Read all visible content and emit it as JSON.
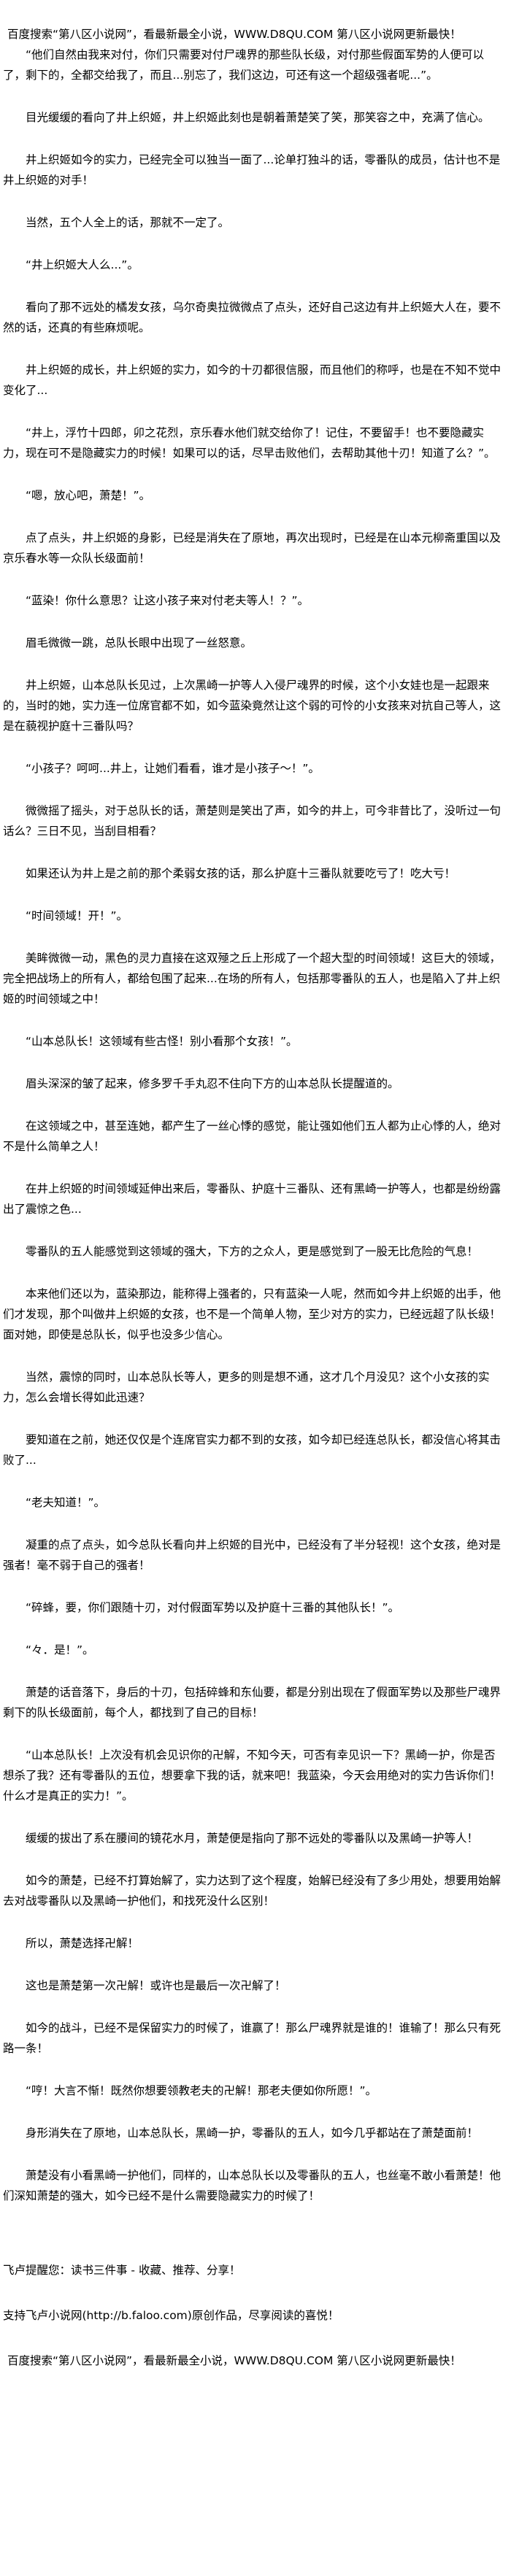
{
  "header_banner": "百度搜索“第八区小说网”，看最新最全小说，WWW.D8QU.COM  第八区小说网更新最快！",
  "paragraphs": [
    "“他们自然由我来对付，你们只需要对付尸魂界的那些队长级，对付那些假面军势的人便可以了，剩下的，全都交给我了，而且...别忘了，我们这边，可还有这一个超级强者呢...”。",
    "目光缓缓的看向了井上织姬，井上织姬此刻也是朝着萧楚笑了笑，那笑容之中，充满了信心。",
    "井上织姬如今的实力，已经完全可以独当一面了...论单打独斗的话，零番队的成员，估计也不是井上织姬的对手！",
    "当然，五个人全上的话，那就不一定了。",
    "“井上织姬大人么...”。",
    "看向了那不远处的橘发女孩，乌尔奇奥拉微微点了点头，还好自己这边有井上织姬大人在，要不然的话，还真的有些麻烦呢。",
    "井上织姬的成长，井上织姬的实力，如今的十刃都很信服，而且他们的称呼，也是在不知不觉中变化了...",
    "“井上，浮竹十四郎，卯之花烈，京乐春水他们就交给你了！记住，不要留手！也不要隐藏实力，现在可不是隐藏实力的时候！如果可以的话，尽早击败他们，去帮助其他十刃！知道了么？”。",
    "“嗯，放心吧，萧楚！”。",
    "点了点头，井上织姬的身影，已经是消失在了原地，再次出现时，已经是在山本元柳斋重国以及京乐春水等一众队长级面前！",
    "“蓝染！你什么意思？让这小孩子来对付老夫等人！？”。",
    "眉毛微微一跳，总队长眼中出现了一丝怒意。",
    "井上织姬，山本总队长见过，上次黑崎一护等人入侵尸魂界的时候，这个小女娃也是一起跟来的，当时的她，实力连一位席官都不如，如今蓝染竟然让这个弱的可怜的小女孩来对抗自己等人，这是在藐视护庭十三番队吗？",
    "“小孩子？呵呵...井上，让她们看看，谁才是小孩子～！”。",
    "微微摇了摇头，对于总队长的话，萧楚则是笑出了声，如今的井上，可今非昔比了，没听过一句话么？三日不见，当刮目相看？",
    "如果还认为井上是之前的那个柔弱女孩的话，那么护庭十三番队就要吃亏了！吃大亏！",
    "“时间领域！开！”。",
    "美眸微微一动，黑色的灵力直接在这双殛之丘上形成了一个超大型的时间领域！这巨大的领域，完全把战场上的所有人，都给包围了起来...在场的所有人，包括那零番队的五人，也是陷入了井上织姬的时间领域之中！",
    "“山本总队长！这领域有些古怪！别小看那个女孩！”。",
    "眉头深深的皱了起来，修多罗千手丸忍不住向下方的山本总队长提醒道的。",
    "在这领域之中，甚至连她，都产生了一丝心悸的感觉，能让强如他们五人都为止心悸的人，绝对不是什么简单之人！",
    "在井上织姬的时间领域延伸出来后，零番队、护庭十三番队、还有黑崎一护等人，也都是纷纷露出了震惊之色...",
    "零番队的五人能感觉到这领域的强大，下方的之众人，更是感觉到了一股无比危险的气息！",
    "本来他们还以为，蓝染那边，能称得上强者的，只有蓝染一人呢，然而如今井上织姬的出手，他们才发现，那个叫做井上织姬的女孩，也不是一个简单人物，至少对方的实力，已经远超了队长级！面对她，即使是总队长，似乎也没多少信心。",
    "当然，震惊的同时，山本总队长等人，更多的则是想不通，这才几个月没见？这个小女孩的实力，怎么会增长得如此迅速？",
    "要知道在之前，她还仅仅是个连席官实力都不到的女孩，如今却已经连总队长，都没信心将其击败了...",
    "“老夫知道！”。",
    "凝重的点了点头，如今总队长看向井上织姬的目光中，已经没有了半分轻视！这个女孩，绝对是强者！毫不弱于自己的强者！",
    "“碎蜂，要，你们跟随十刃，对付假面军势以及护庭十三番的其他队长！”。",
    "“々．是！”。",
    "萧楚的话音落下，身后的十刃，包括碎蜂和东仙要，都是分别出现在了假面军势以及那些尸魂界剩下的队长级面前，每个人，都找到了自己的目标！",
    "“山本总队长！上次没有机会见识你的卍解，不知今天，可否有幸见识一下？黑崎一护，你是否想杀了我？还有零番队的五位，想要拿下我的话，就来吧！我蓝染，今天会用绝对的实力告诉你们！什么才是真正的实力！”。",
    "缓缓的拔出了系在腰间的镜花水月，萧楚便是指向了那不远处的零番队以及黑崎一护等人！",
    "如今的萧楚，已经不打算始解了，实力达到了这个程度，始解已经没有了多少用处，想要用始解去对战零番队以及黑崎一护他们，和找死没什么区别！",
    "所以，萧楚选择卍解！",
    "这也是萧楚第一次卍解！或许也是最后一次卍解了！",
    "如今的战斗，已经不是保留实力的时候了，谁赢了！那么尸魂界就是谁的！谁输了！那么只有死路一条！",
    "“哼！大言不惭！既然你想要领教老夫的卍解！那老夫便如你所愿！”。",
    "身形消失在了原地，山本总队长，黑崎一护，零番队的五人，如今几乎都站在了萧楚面前！",
    "萧楚没有小看黑崎一护他们，同样的，山本总队长以及零番队的五人，也丝毫不敢小看萧楚！他们深知萧楚的强大，如今已经不是什么需要隐藏实力的时候了！"
  ],
  "footer": {
    "reminder": "飞卢提醒您：读书三件事 - 收藏、推荐、分享！",
    "support": "支持飞卢小说网(http://b.faloo.com)原创作品，尽享阅读的喜悦！",
    "banner": "百度搜索“第八区小说网”，看最新最全小说，WWW.D8QU.COM  第八区小说网更新最快！"
  }
}
